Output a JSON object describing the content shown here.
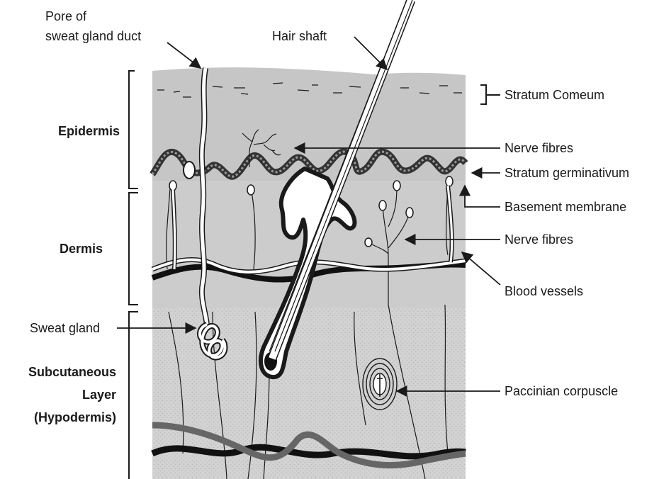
{
  "labels": {
    "pore_line1": "Pore of",
    "pore_line2": "sweat gland duct",
    "hair_shaft": "Hair shaft",
    "stratum_corneum": "Stratum Comeum",
    "nerve_fibres_upper": "Nerve fibres",
    "stratum_germinativum": "Stratum germinativum",
    "basement_membrane": "Basement membrane",
    "nerve_fibres_lower": "Nerve fibres",
    "blood_vessels": "Blood vessels",
    "paccinian_corpuscle": "Paccinian corpuscle",
    "sweat_gland": "Sweat gland",
    "epidermis": "Epidermis",
    "dermis": "Dermis",
    "subcutaneous_line1": "Subcutaneous",
    "subcutaneous_line2": "Layer",
    "subcutaneous_line3": "(Hypodermis)"
  },
  "colors": {
    "epidermis_fill": "#c9c9c9",
    "dermis_fill": "#cbcbcb",
    "hypodermis_fill": "#d2d2d2",
    "line": "#1a1a1a",
    "background": "#ffffff"
  }
}
